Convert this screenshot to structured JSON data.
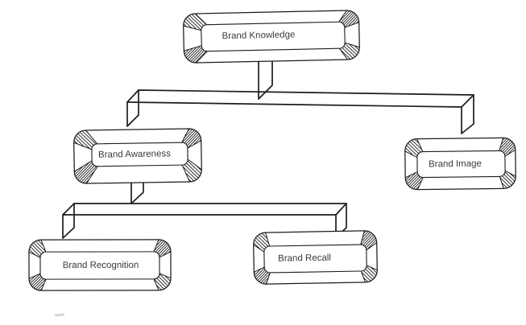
{
  "diagram": {
    "type": "hierarchy",
    "box_style": "3d-outline-rounded-slab",
    "colors": {
      "background": "#ffffff",
      "line": "#1c1c1c",
      "box_fill": "#ffffff",
      "text": "#3a3a3a"
    },
    "nodes": [
      {
        "id": "brand-knowledge",
        "label": "Brand Knowledge",
        "level": 0,
        "parent": null
      },
      {
        "id": "brand-awareness",
        "label": "Brand Awareness",
        "level": 1,
        "parent": "brand-knowledge"
      },
      {
        "id": "brand-image",
        "label": "Brand Image",
        "level": 1,
        "parent": "brand-knowledge"
      },
      {
        "id": "brand-recognition",
        "label": "Brand Recognition",
        "level": 2,
        "parent": "brand-awareness"
      },
      {
        "id": "brand-recall",
        "label": "Brand Recall",
        "level": 2,
        "parent": "brand-awareness"
      }
    ],
    "edges": [
      {
        "from": "brand-knowledge",
        "to": "brand-awareness"
      },
      {
        "from": "brand-knowledge",
        "to": "brand-image"
      },
      {
        "from": "brand-awareness",
        "to": "brand-recognition"
      },
      {
        "from": "brand-awareness",
        "to": "brand-recall"
      }
    ]
  }
}
